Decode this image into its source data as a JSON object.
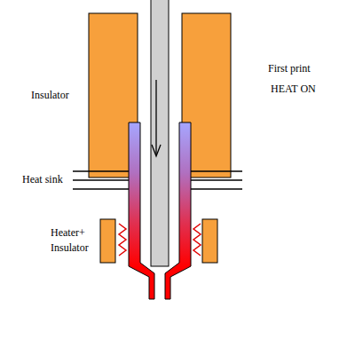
{
  "diagram": {
    "labels": [
      "Insulator",
      "Heat sink",
      "Heater+ Insulator",
      "First print",
      "HEAT ON"
    ]
  }
}
